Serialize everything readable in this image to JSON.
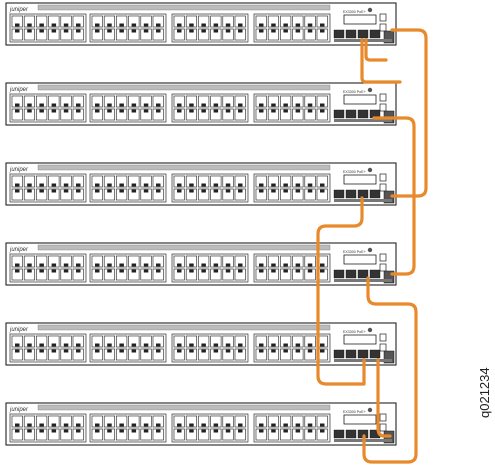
{
  "figure_id": "q021234",
  "brand": "juniper",
  "model": "EX3300 PoE+",
  "switches": [
    {
      "position": 1
    },
    {
      "position": 2
    },
    {
      "position": 3
    },
    {
      "position": 4
    },
    {
      "position": 5
    },
    {
      "position": 6
    }
  ],
  "cable_color": "#e8892b",
  "ports_per_row": 24,
  "port_rows": 2,
  "uplink_ports": 4
}
